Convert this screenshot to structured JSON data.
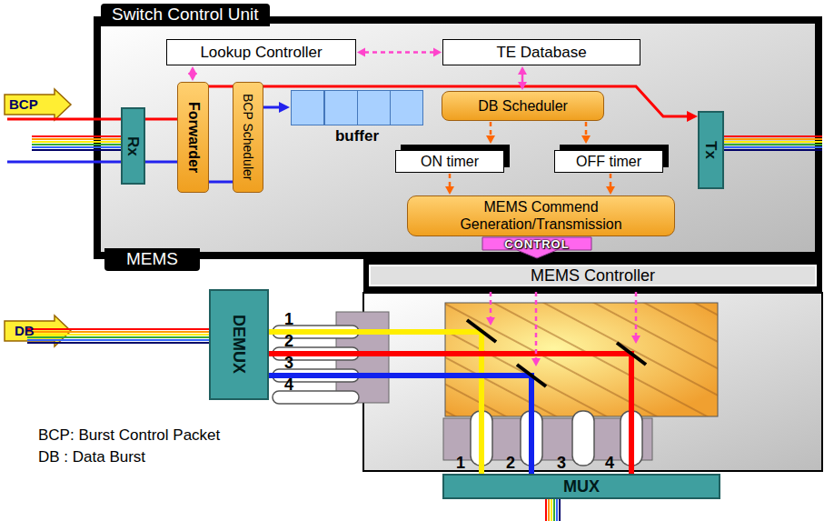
{
  "diagram": {
    "nodes": [
      {
        "text": [
          "Switch Control Unit"
        ]
      },
      {
        "text": [
          "Lookup Controller"
        ],
        "in": 0
      },
      {
        "text": [
          "TE Database"
        ],
        "in": 0
      },
      {
        "text": [
          "Rx"
        ],
        "in": 0
      },
      {
        "text": [
          "Forwarder"
        ],
        "in": 0
      },
      {
        "text": [
          "BCP Scheduler"
        ],
        "in": 0
      },
      {
        "text": [
          "buffer"
        ],
        "in": 0
      },
      {
        "text": [
          "DB Scheduler"
        ],
        "in": 0
      },
      {
        "text": [
          "ON timer"
        ],
        "in": 0
      },
      {
        "text": [
          "OFF timer"
        ],
        "in": 0
      },
      {
        "text": [
          "MEMS Commend Generation/Transmission"
        ],
        "in": 0
      },
      {
        "text": [
          "Tx"
        ],
        "in": 0
      },
      {
        "text": [
          "MEMS Controller"
        ]
      },
      {
        "text": [
          "DEMUX"
        ]
      },
      {
        "text": [
          "MUX"
        ]
      }
    ],
    "edges": [
      {
        "from": 1,
        "to": 2,
        "arrow": "both"
      },
      {
        "from": 1,
        "to": 4,
        "arrow": "both"
      },
      {
        "from": 2,
        "to": 7,
        "arrow": "both"
      },
      {
        "from": 7,
        "to": 8,
        "arrow": "to"
      },
      {
        "from": 7,
        "to": 9,
        "arrow": "to"
      },
      {
        "from": 8,
        "to": 10,
        "arrow": "to"
      },
      {
        "from": 9,
        "to": 10,
        "arrow": "to"
      },
      {
        "from": 10,
        "to": 12,
        "label": "CONTROL",
        "arrow": "to"
      }
    ],
    "labels": [
      "BCP",
      "DB",
      "MEMS",
      "1",
      "2",
      "3",
      "4",
      "1",
      "2",
      "3",
      "4",
      "BCP: Burst Control Packet",
      "DB : Data Burst"
    ]
  }
}
